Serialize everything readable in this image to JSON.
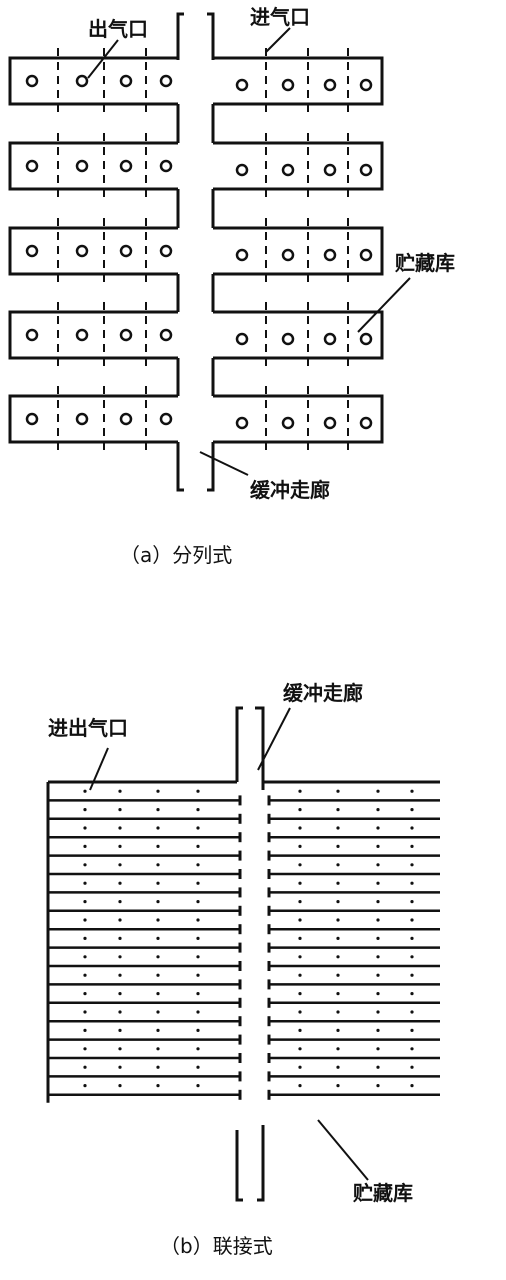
{
  "diagram_a": {
    "label_outlet": "出气口",
    "label_inlet": "进气口",
    "label_storage": "贮藏库",
    "label_corridor": "缓冲走廊",
    "caption": "（a）分列式"
  },
  "diagram_b": {
    "label_corridor": "缓冲走廊",
    "label_port": "进出气口",
    "label_storage": "贮藏库",
    "caption": "（b）联接式"
  },
  "colors": {
    "ink": "#111111",
    "background": "#ffffff"
  }
}
